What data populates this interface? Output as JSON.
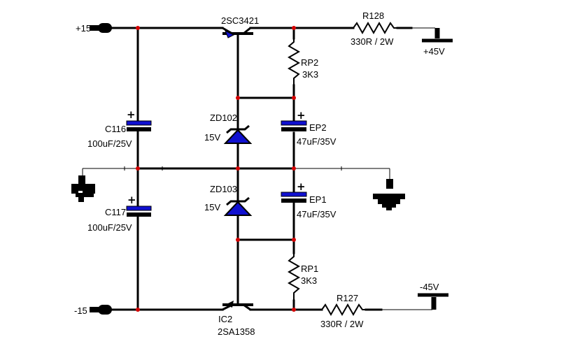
{
  "nets": {
    "plus15": "+15",
    "minus15": "-15",
    "plus45": "+45V",
    "minus45": "-45V"
  },
  "components": {
    "q_top": {
      "name": "2SC3421"
    },
    "q_bottom": {
      "ref": "IC2",
      "name": "2SA1358"
    },
    "r128": {
      "ref": "R128",
      "value": "330R / 2W"
    },
    "r127": {
      "ref": "R127",
      "value": "330R / 2W"
    },
    "rp2": {
      "ref": "RP2",
      "value": "3K3"
    },
    "rp1": {
      "ref": "RP1",
      "value": "3K3"
    },
    "c116": {
      "ref": "C116",
      "value": "100uF/25V"
    },
    "c117": {
      "ref": "C117",
      "value": "100uF/25V"
    },
    "ep2": {
      "ref": "EP2",
      "value": "47uF/35V"
    },
    "ep1": {
      "ref": "EP1",
      "value": "47uF/35V"
    },
    "zd102": {
      "ref": "ZD102",
      "value": "15V"
    },
    "zd103": {
      "ref": "ZD103",
      "value": "15V"
    }
  },
  "colors": {
    "wire": "#000000",
    "junction": "#d40000",
    "component_fill": "#1010d0"
  }
}
